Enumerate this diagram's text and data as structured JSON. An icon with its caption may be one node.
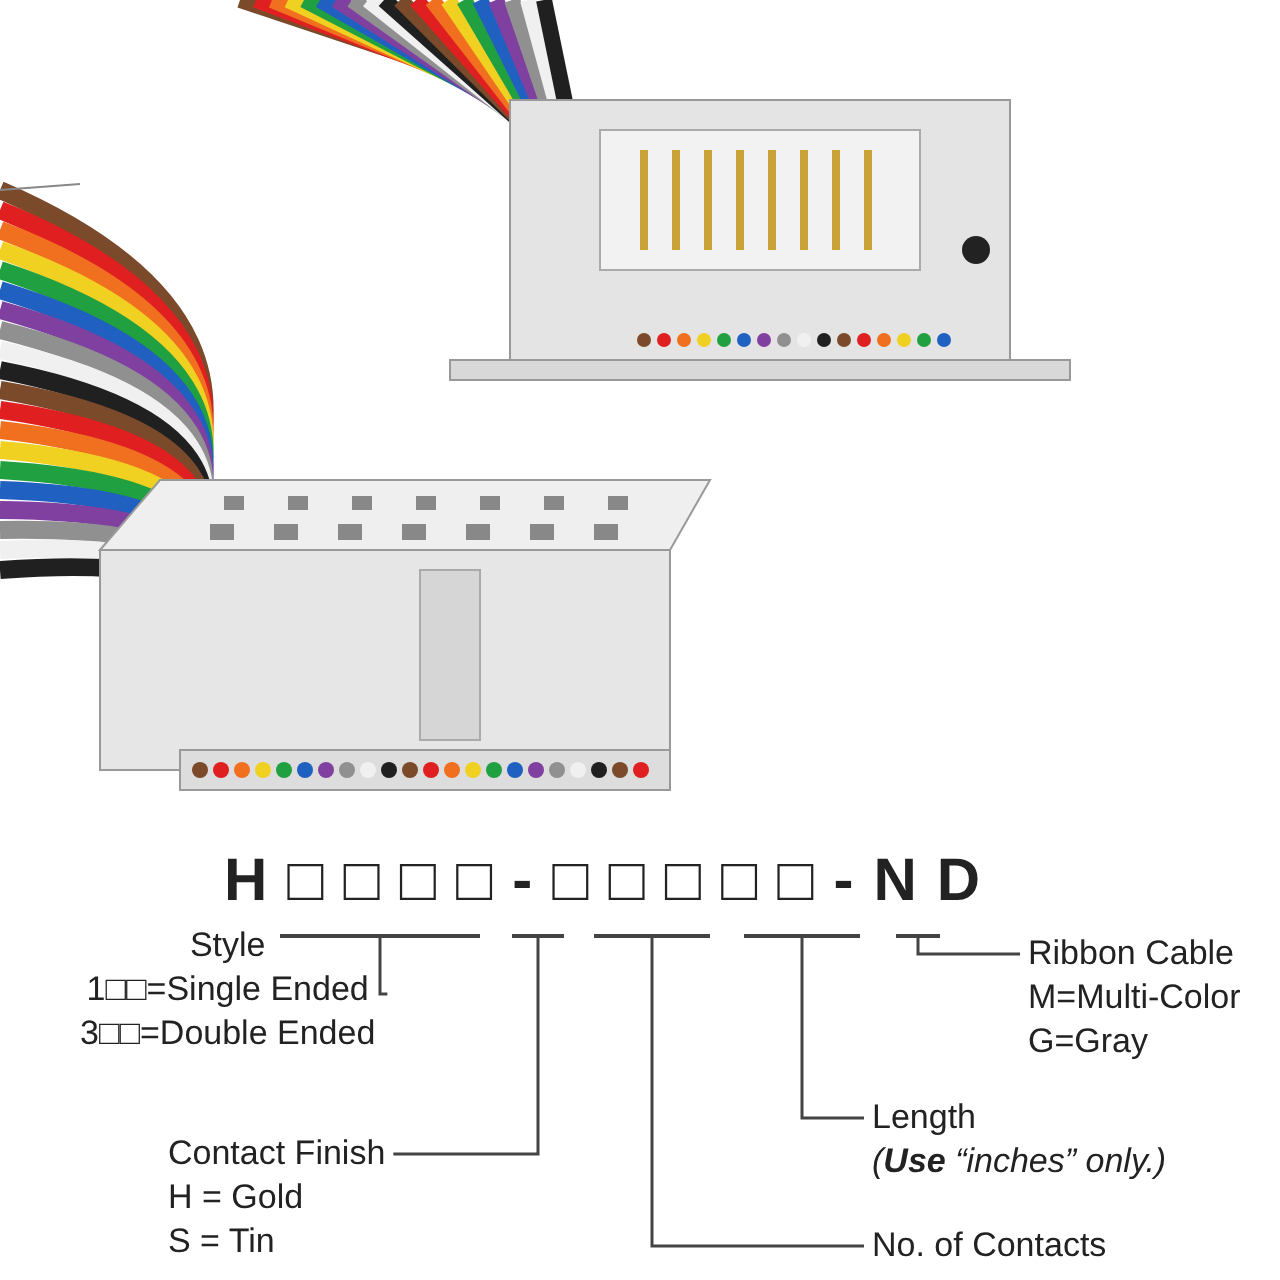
{
  "diagram": {
    "nodes": [
      {
        "text": [],
        "shape": "bar"
      },
      {
        "text": [],
        "shape": "bar"
      },
      {
        "text": [],
        "shape": "bar"
      },
      {
        "text": [],
        "shape": "bar"
      },
      {
        "text": [],
        "shape": "bar"
      },
      {
        "text": [
          "Style",
          "1□□=Single Ended",
          "3□□=Double Ended"
        ]
      },
      {
        "text": [
          "Ribbon Cable",
          "M=Multi-Color",
          "G=Gray"
        ]
      },
      {
        "text": [
          "Length",
          "(**Use** “inches” only.)"
        ]
      },
      {
        "text": [
          "Contact Finish",
          "H = Gold",
          "S = Tin"
        ]
      },
      {
        "text": [
          "No. of Contacts"
        ]
      }
    ],
    "edges": [
      {
        "from": 5,
        "to": 0,
        "arrow": "none"
      },
      {
        "from": 8,
        "to": 1,
        "arrow": "none"
      },
      {
        "from": 9,
        "to": 2,
        "arrow": "none"
      },
      {
        "from": 7,
        "to": 3,
        "arrow": "none"
      },
      {
        "from": 6,
        "to": 4,
        "arrow": "none"
      }
    ],
    "labels": [
      "H□□□□-□□□□□-ND"
    ]
  }
}
